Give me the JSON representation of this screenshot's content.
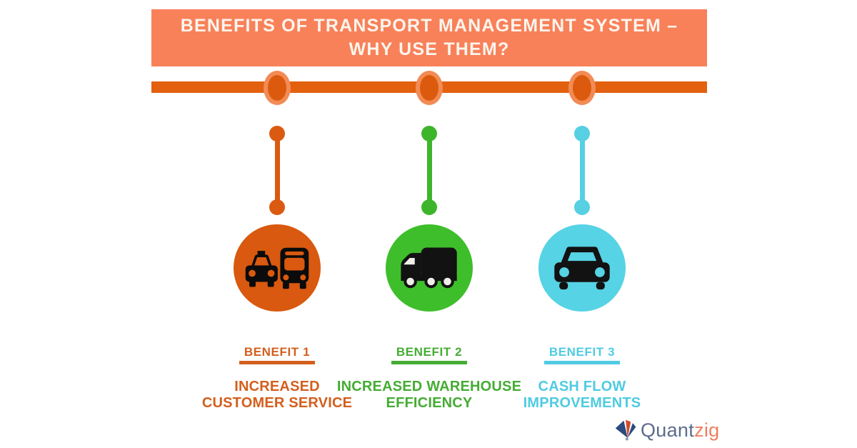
{
  "title": {
    "line1": "BENEFITS OF TRANSPORT MANAGEMENT SYSTEM –",
    "line2": "WHY USE THEM?"
  },
  "banner": {
    "background_color": "#F8815A",
    "text_color": "#FBF5ED"
  },
  "timeline": {
    "bar_color": "#E3600E",
    "node_halo_color": "#F28B55",
    "node_inner_color": "#DB5A0D",
    "node_count": 3
  },
  "benefits": [
    {
      "label": "BENEFIT 1",
      "description": "INCREASED\nCUSTOMER SERVICE",
      "icon": "taxi-bus-icon",
      "accent_color": "#D35F1E",
      "circle_color": "#D8590F"
    },
    {
      "label": "BENEFIT 2",
      "description": "INCREASED WAREHOUSE\nEFFICIENCY",
      "icon": "truck-icon",
      "accent_color": "#45AC34",
      "circle_color": "#3EBE2B"
    },
    {
      "label": "BENEFIT 3",
      "description": "CASH FLOW\nIMPROVEMENTS",
      "icon": "car-icon",
      "accent_color": "#4FCBE2",
      "circle_color": "#56D3E4"
    }
  ],
  "logo": {
    "brand_prefix": "Quant",
    "brand_suffix": "zig",
    "prefix_color": "#5D6C8B",
    "suffix_color": "#EF7F5F"
  }
}
